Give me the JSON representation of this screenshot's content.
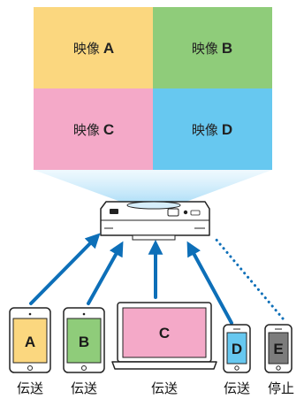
{
  "screen": {
    "quadrants": [
      {
        "prefix": "映像",
        "letter": "A",
        "color": "#fbd77f"
      },
      {
        "prefix": "映像",
        "letter": "B",
        "color": "#8fcc7a"
      },
      {
        "prefix": "映像",
        "letter": "C",
        "color": "#f4a9c8"
      },
      {
        "prefix": "映像",
        "letter": "D",
        "color": "#67c8f0"
      }
    ]
  },
  "devices": [
    {
      "type": "tablet",
      "letter": "A",
      "color": "#fbd77f",
      "status": "伝送"
    },
    {
      "type": "tablet",
      "letter": "B",
      "color": "#8fcc7a",
      "status": "伝送"
    },
    {
      "type": "laptop",
      "letter": "C",
      "color": "#f4a9c8",
      "status": "伝送"
    },
    {
      "type": "phone",
      "letter": "D",
      "color": "#67c8f0",
      "status": "伝送"
    },
    {
      "type": "phone",
      "letter": "E",
      "color": "#7c7c7c",
      "status": "停止"
    }
  ],
  "colors": {
    "arrow": "#0d6fb8",
    "beam": "#bfe6fb",
    "outline": "#222222"
  }
}
